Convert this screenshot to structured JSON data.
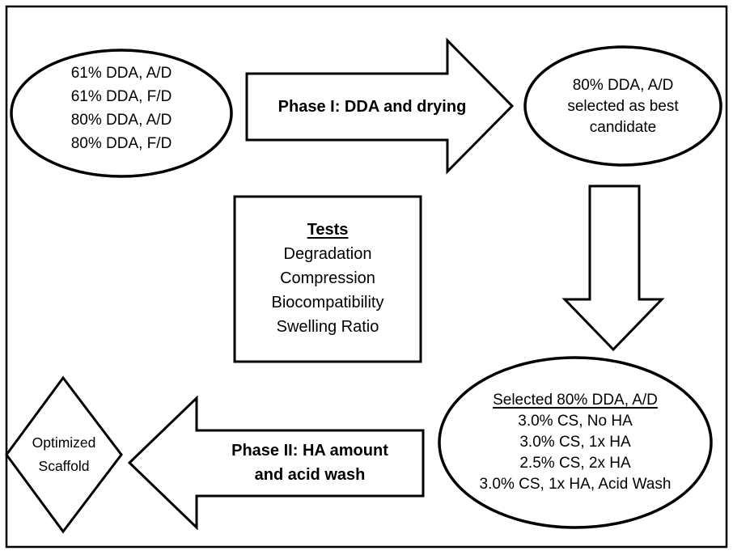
{
  "diagram": {
    "start_ellipse": {
      "lines": [
        "61% DDA, A/D",
        "61% DDA, F/D",
        "80% DDA, A/D",
        "80% DDA, F/D"
      ]
    },
    "phase1_arrow": {
      "label": "Phase I: DDA and drying"
    },
    "selected_ellipse": {
      "lines": [
        "80% DDA, A/D",
        "selected as best",
        "candidate"
      ]
    },
    "tests_box": {
      "title": "Tests",
      "items": [
        "Degradation",
        "Compression",
        "Biocompatibility",
        "Swelling Ratio"
      ]
    },
    "phase2_ellipse": {
      "title": "Selected 80% DDA, A/D",
      "lines": [
        "3.0% CS, No HA",
        "3.0% CS, 1x HA",
        "2.5% CS, 2x HA",
        "3.0% CS, 1x HA, Acid Wash"
      ]
    },
    "phase2_arrow": {
      "label_line1": "Phase II: HA amount",
      "label_line2": "and acid wash"
    },
    "result_diamond": {
      "lines": [
        "Optimized",
        "Scaffold"
      ]
    },
    "colors": {
      "stroke": "#000000",
      "background": "#ffffff",
      "text": "#000000"
    }
  }
}
